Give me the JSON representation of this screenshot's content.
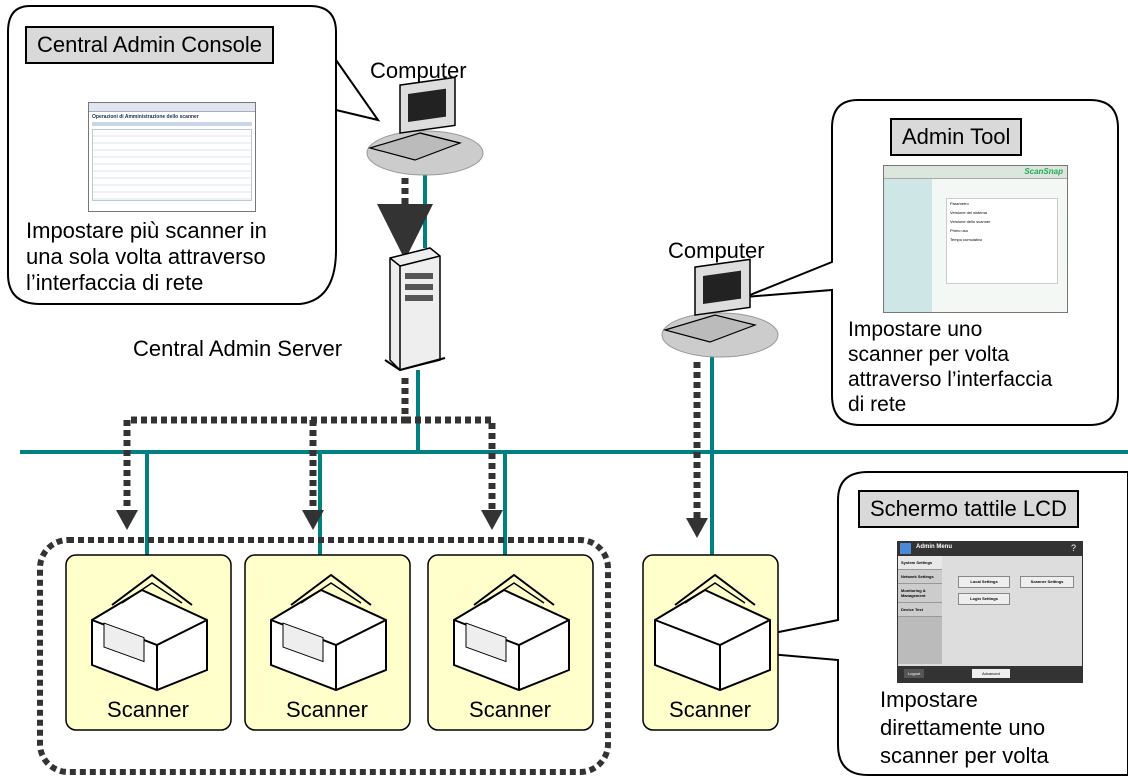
{
  "central": {
    "title": "Central Admin Console",
    "desc_line1": "Impostare più scanner in",
    "desc_line2": "una sola volta attraverso",
    "desc_line3": "l’interfaccia di rete",
    "shot_title": "Operazioni di Amministrazione dello scanner"
  },
  "admin_tool": {
    "title": "Admin Tool",
    "desc_line1": "Impostare uno",
    "desc_line2": "scanner per volta",
    "desc_line3": "attraverso l’interfaccia",
    "desc_line4": "di rete",
    "shot_brand": "ScanSnap",
    "shot_rows": [
      "Parametro",
      "Versione del sistema",
      "Versione dello scanner",
      "Primo uso",
      "Tempo cumulativo"
    ]
  },
  "lcd": {
    "title": "Schermo tattile LCD",
    "desc_line1": "Impostare",
    "desc_line2": "direttamente uno",
    "desc_line3": "scanner per volta",
    "shot_header": "Admin Menu",
    "shot_menu": [
      "System Settings",
      "Network Settings",
      "Monitoring & Management",
      "Device Test"
    ],
    "shot_buttons": [
      "Local Settings",
      "Scanner Settings",
      "Login Settings"
    ],
    "shot_logout": "Logout",
    "shot_advanced": "Advanced"
  },
  "nodes": {
    "computer1": "Computer",
    "computer2": "Computer",
    "server": "Central Admin Server",
    "scanner": "Scanner"
  },
  "colors": {
    "network": "#008080",
    "scanner_bg": "#ffffcc",
    "title_box": "#d9d9d9"
  }
}
